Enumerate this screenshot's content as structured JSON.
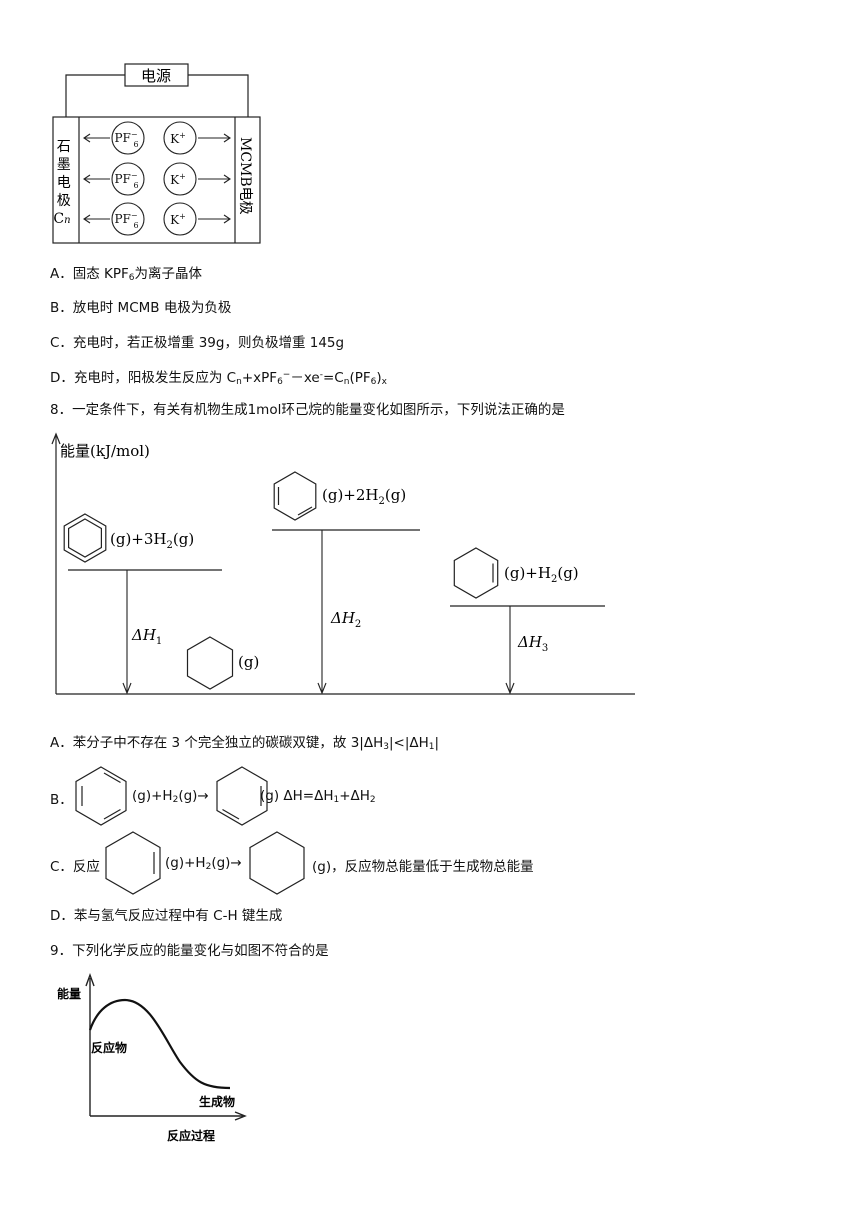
{
  "battery": {
    "power_label": "电源",
    "left_label": [
      "石",
      "墨",
      "电",
      "极",
      "C"
    ],
    "left_sub": "n",
    "right_label": "MCMB电极",
    "ion_pf": "PF",
    "ion_pf_sub": "6",
    "ion_pf_sup": "−",
    "ion_k": "K",
    "ion_k_sup": "+"
  },
  "q7": {
    "optA": "A．固态 KPF",
    "optA_sub": "6",
    "optA_tail": "为离子晶体",
    "optB": "B．放电时 MCMB 电极为负极",
    "optC": "C．充电时，若正极增重 39g，则负极增重 145g",
    "optD_head": "D．充电时，阳极发生反应为 C",
    "optD_s1": "n",
    "optD_m1": "+xPF",
    "optD_s2": "6",
    "optD_sup1": "−",
    "optD_m2": "－xe",
    "optD_sup2": "-",
    "optD_m3": "=C",
    "optD_s3": "n",
    "optD_m4": "(PF",
    "optD_s4": "6",
    "optD_m5": ")",
    "optD_s5": "x"
  },
  "q8": {
    "stem": "8．一定条件下，有关有机物生成1mol环己烷的能量变化如图所示，下列说法正确的是",
    "diagram": {
      "ylabel": "能量(kJ/mol)",
      "label_benzene": "(g)+3H",
      "label_benzene_sub": "2",
      "label_benzene_tail": "(g)",
      "label_diene": "(g)+2H",
      "label_diene_sub": "2",
      "label_diene_tail": "(g)",
      "label_ene": "(g)+H",
      "label_ene_sub": "2",
      "label_ene_tail": "(g)",
      "label_hexane": "(g)",
      "dh": "ΔH",
      "dh1": "1",
      "dh2": "2",
      "dh3": "3"
    },
    "optA": "A．苯分子中不存在 3 个完全独立的碳碳双键，故 3|ΔH",
    "optA_s1": "3",
    "optA_mid": "|<|ΔH",
    "optA_s2": "1",
    "optA_tail": "|",
    "optB_head": "B．",
    "optB_mid": "(g)+H",
    "optB_s": "2",
    "optB_mid2": "(g)→",
    "optB_tail": "(g) ΔH=ΔH",
    "optB_t1": "1",
    "optB_t2": "+ΔH",
    "optB_t3": "2",
    "optC_head": "C．反应",
    "optC_mid": "(g)+H",
    "optC_s": "2",
    "optC_mid2": "(g)→",
    "optC_tail": "(g)，反应物总能量低于生成物总能量",
    "optD": "D．苯与氢气反应过程中有 C-H 键生成"
  },
  "q9": {
    "stem": "9．下列化学反应的能量变化与如图不符合的是",
    "ylabel": "能量",
    "reactant": "反应物",
    "product": "生成物",
    "xlabel": "反应过程"
  }
}
